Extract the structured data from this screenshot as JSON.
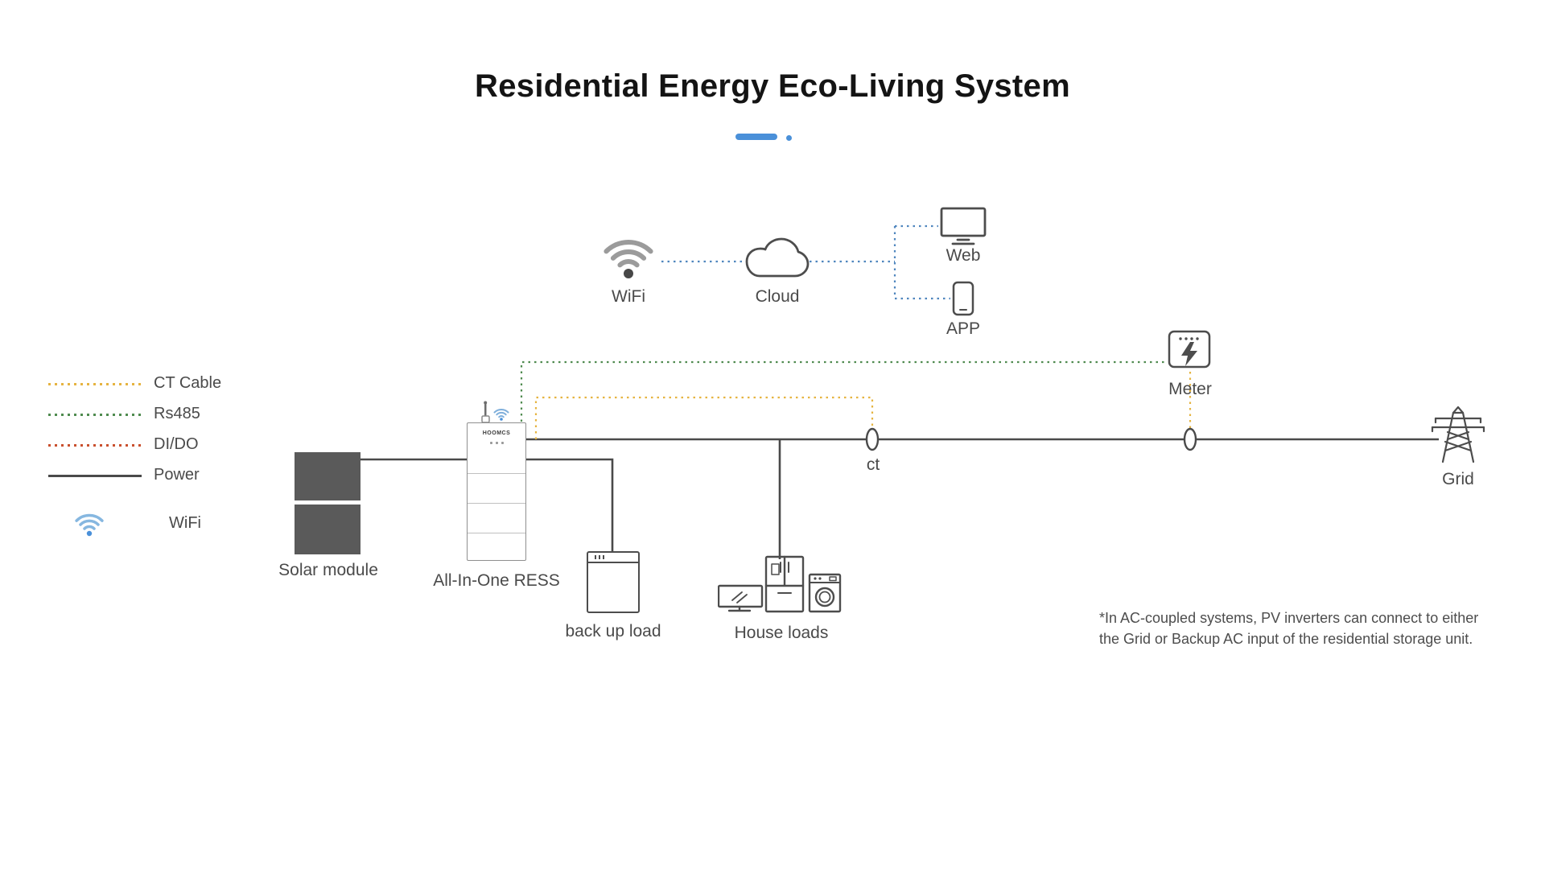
{
  "title": "Residential Energy Eco-Living System",
  "legend": {
    "items": [
      {
        "label": "CT Cable",
        "color": "#E6B441",
        "style": "dotted"
      },
      {
        "label": "Rs485",
        "color": "#4F8B4F",
        "style": "dotted"
      },
      {
        "label": "DI/DO",
        "color": "#C9502E",
        "style": "dotted"
      },
      {
        "label": "Power",
        "color": "#4A4A4A",
        "style": "solid"
      },
      {
        "label": "WiFi",
        "icon": "wifi-icon"
      }
    ]
  },
  "nodes": {
    "wifi": {
      "label": "WiFi"
    },
    "cloud": {
      "label": "Cloud"
    },
    "web": {
      "label": "Web"
    },
    "app": {
      "label": "APP"
    },
    "meter": {
      "label": "Meter"
    },
    "grid": {
      "label": "Grid"
    },
    "solar_module": {
      "label": "Solar module"
    },
    "ress": {
      "label": "All-In-One RESS",
      "brand": "HOOMCS"
    },
    "backup_load": {
      "label": "back up load"
    },
    "house_loads": {
      "label": "House loads"
    },
    "ct": {
      "label": "ct"
    }
  },
  "footnote": "*In AC-coupled systems, PV inverters can connect to either\nthe Grid or Backup AC input of the residential storage unit.",
  "colors": {
    "accent": "#4A90D9",
    "power": "#4A4A4A",
    "ct_cable": "#E6B441",
    "rs485": "#4F8B4F",
    "dido": "#C9502E",
    "wifi_link": "#4F86BE",
    "wifi_icon_gray": "#9B9B9B"
  }
}
